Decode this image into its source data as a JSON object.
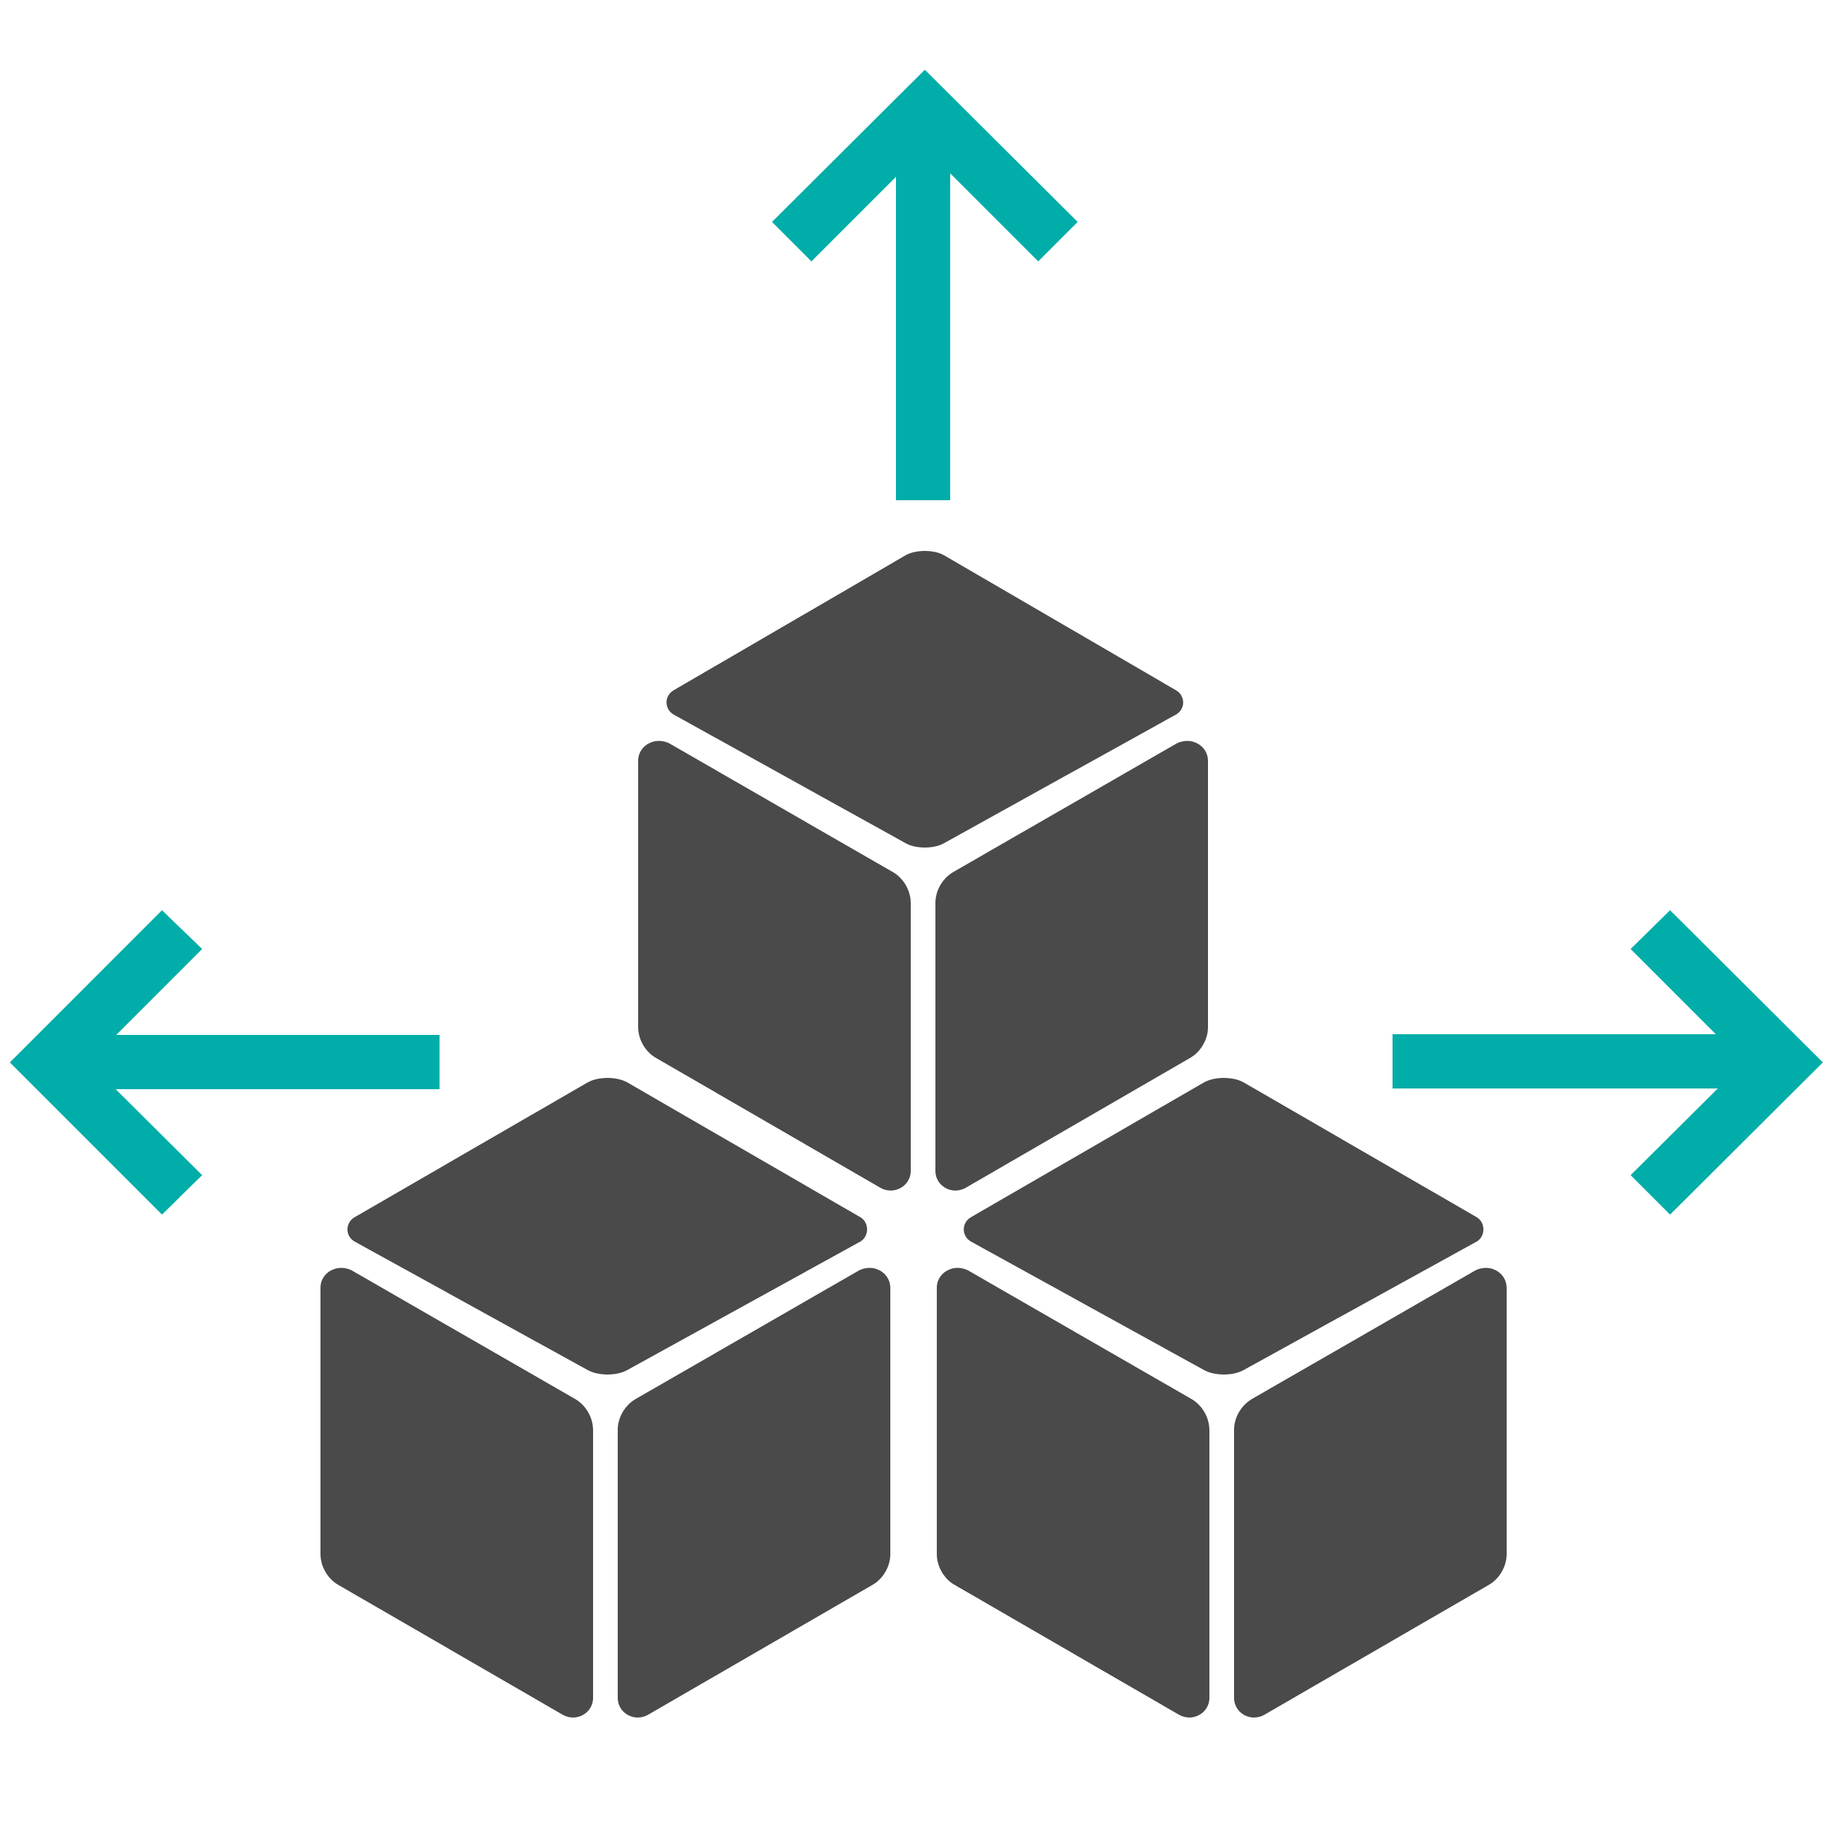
{
  "icon": {
    "name": "scale-out-cubes",
    "colors": {
      "arrow": "#00ADA8",
      "cube": "#4B4A4B",
      "background": "#FFFFFF"
    },
    "arrows": [
      "arrow-up-icon",
      "arrow-left-icon",
      "arrow-right-icon"
    ],
    "cubes": [
      "cube-top",
      "cube-bottom-left",
      "cube-bottom-right"
    ]
  }
}
